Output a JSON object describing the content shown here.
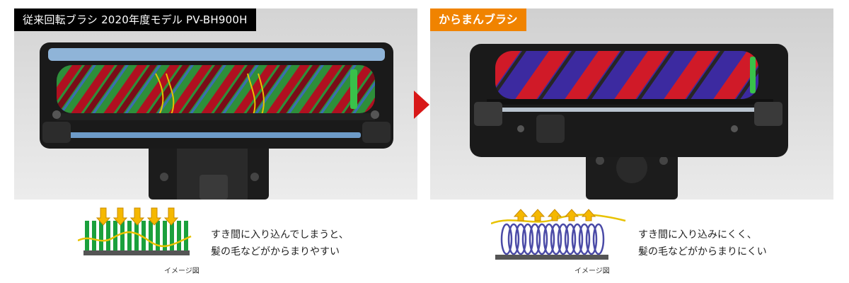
{
  "left_panel": {
    "label": "従来回転ブラシ 2020年度モデル PV-BH900H",
    "caption_line1": "すき間に入り込んでしまうと、",
    "caption_line2": "髪の毛などがからまりやすい",
    "image_note": "イメージ図"
  },
  "right_panel": {
    "label": "からまんブラシ",
    "caption_line1": "すき間に入り込みにくく、",
    "caption_line2": "髪の毛などがからまりにくい",
    "image_note": "イメージ図"
  },
  "colors": {
    "label_dark": "#000000",
    "label_orange": "#f08300",
    "arrow": "#d81818",
    "bristle_green": "#1aa03c",
    "arrow_fill": "#f5b800",
    "hair": "#e8c200",
    "coil_blue": "#4a4aa6",
    "base_gray": "#555555"
  }
}
